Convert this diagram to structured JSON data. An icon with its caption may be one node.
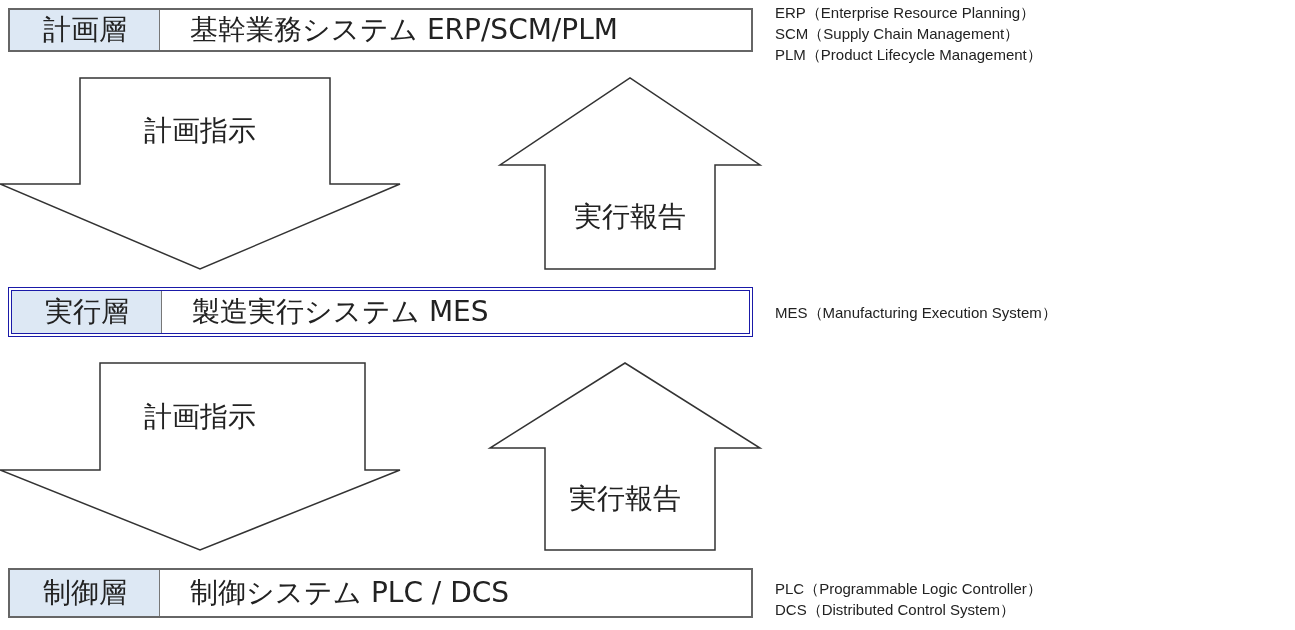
{
  "diagram": {
    "nodes": [
      {
        "text": [
          "計画層",
          "基幹業務システム ERP/SCM/PLM"
        ],
        "beside": [
          "ERP（Enterprise Resource Planning）",
          "SCM（Supply Chain Management）",
          "PLM（Product Lifecycle Management）"
        ]
      },
      {
        "text": [
          "実行層",
          "製造実行システム MES"
        ],
        "beside": [
          "MES（Manufacturing Execution System）"
        ]
      },
      {
        "text": [
          "制御層",
          "制御システム PLC / DCS"
        ],
        "beside": [
          "PLC（Programmable Logic Controller）",
          "DCS（Distributed Control System）"
        ]
      }
    ],
    "edges": [
      {
        "from": 0,
        "to": 1,
        "arrow": "to",
        "label": "計画指示"
      },
      {
        "from": 1,
        "to": 0,
        "arrow": "to",
        "label": "実行報告"
      },
      {
        "from": 1,
        "to": 2,
        "arrow": "to",
        "label": "計画指示"
      },
      {
        "from": 2,
        "to": 1,
        "arrow": "to",
        "label": "実行報告"
      }
    ]
  }
}
